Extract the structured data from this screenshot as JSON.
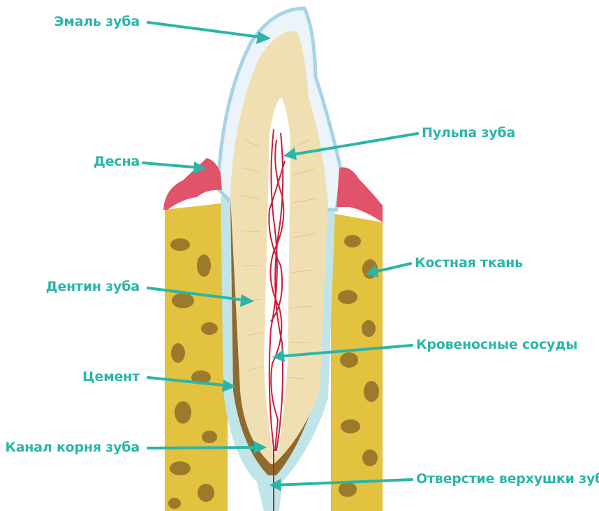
{
  "labels": {
    "enamel": "Эмаль зуба",
    "gum": "Десна",
    "dentin": "Дентин зуба",
    "cement": "Цемент",
    "root_canal": "Канал корня зуба",
    "pulp": "Пульпа зуба",
    "bone": "Костная ткань",
    "vessels": "Кровеносные сосуды",
    "apex_opening": "Отверстие верхушки зуба"
  },
  "colors": {
    "label_text": "#2bb5a8",
    "enamel": "#eaf4f9",
    "enamel_outline": "#a9d2e6",
    "dentin": "#f1dfb4",
    "pulp": "#ffffff",
    "vessels": "#c81e3a",
    "gum": "#e0536a",
    "bone": "#e2c23e",
    "bone_spots": "#9c7a2c",
    "cement": "#8f6a2f",
    "periodontal": "#bfe5e8"
  }
}
